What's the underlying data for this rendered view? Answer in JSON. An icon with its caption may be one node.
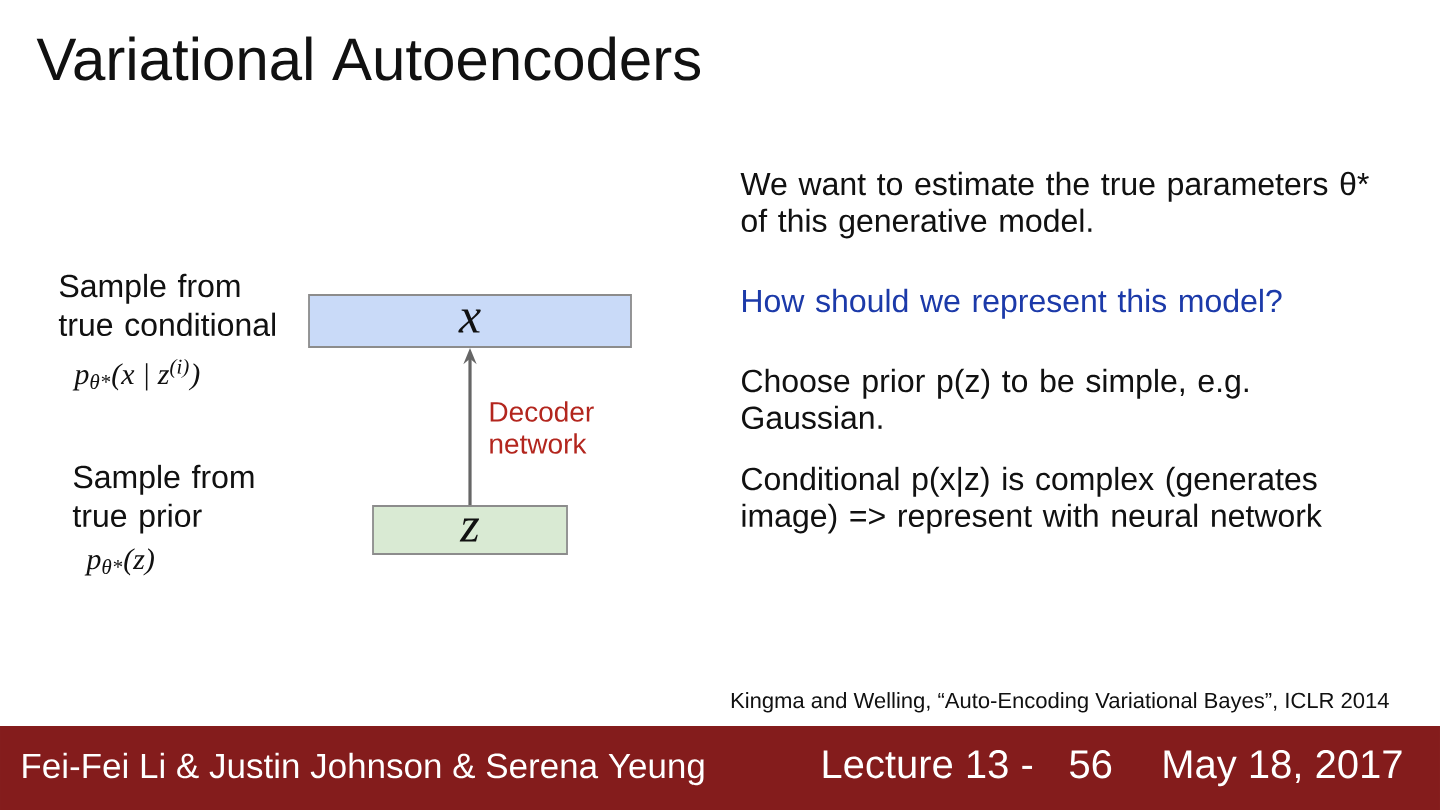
{
  "diagram": {
    "title": "Variational Autoencoders",
    "nodes": [
      {
        "text": [
          "x"
        ],
        "beside": [
          "Sample from true conditional",
          "p$_{θ*}$(x | z$^{(i)}$)"
        ]
      },
      {
        "text": [
          "z"
        ],
        "beside": [
          "Sample from true prior",
          "p$_{θ*}$(z)"
        ]
      }
    ],
    "edges": [
      {
        "from": 1,
        "to": 0,
        "arrow": "to",
        "label": "Decoder network"
      }
    ],
    "labels": [
      "We want to estimate the true parameters θ* of this generative model.",
      "How should we represent this model?",
      "Choose prior p(z) to be simple, e.g. Gaussian.",
      "Conditional p(x|z) is complex (generates image) => represent with neural network",
      "Kingma and Welling, “Auto-Encoding Variational Bayes”, ICLR 2014",
      "Fei-Fei Li & Justin Johnson & Serena Yeung",
      "Lecture 13 -",
      "56",
      "May 18, 2017"
    ]
  }
}
